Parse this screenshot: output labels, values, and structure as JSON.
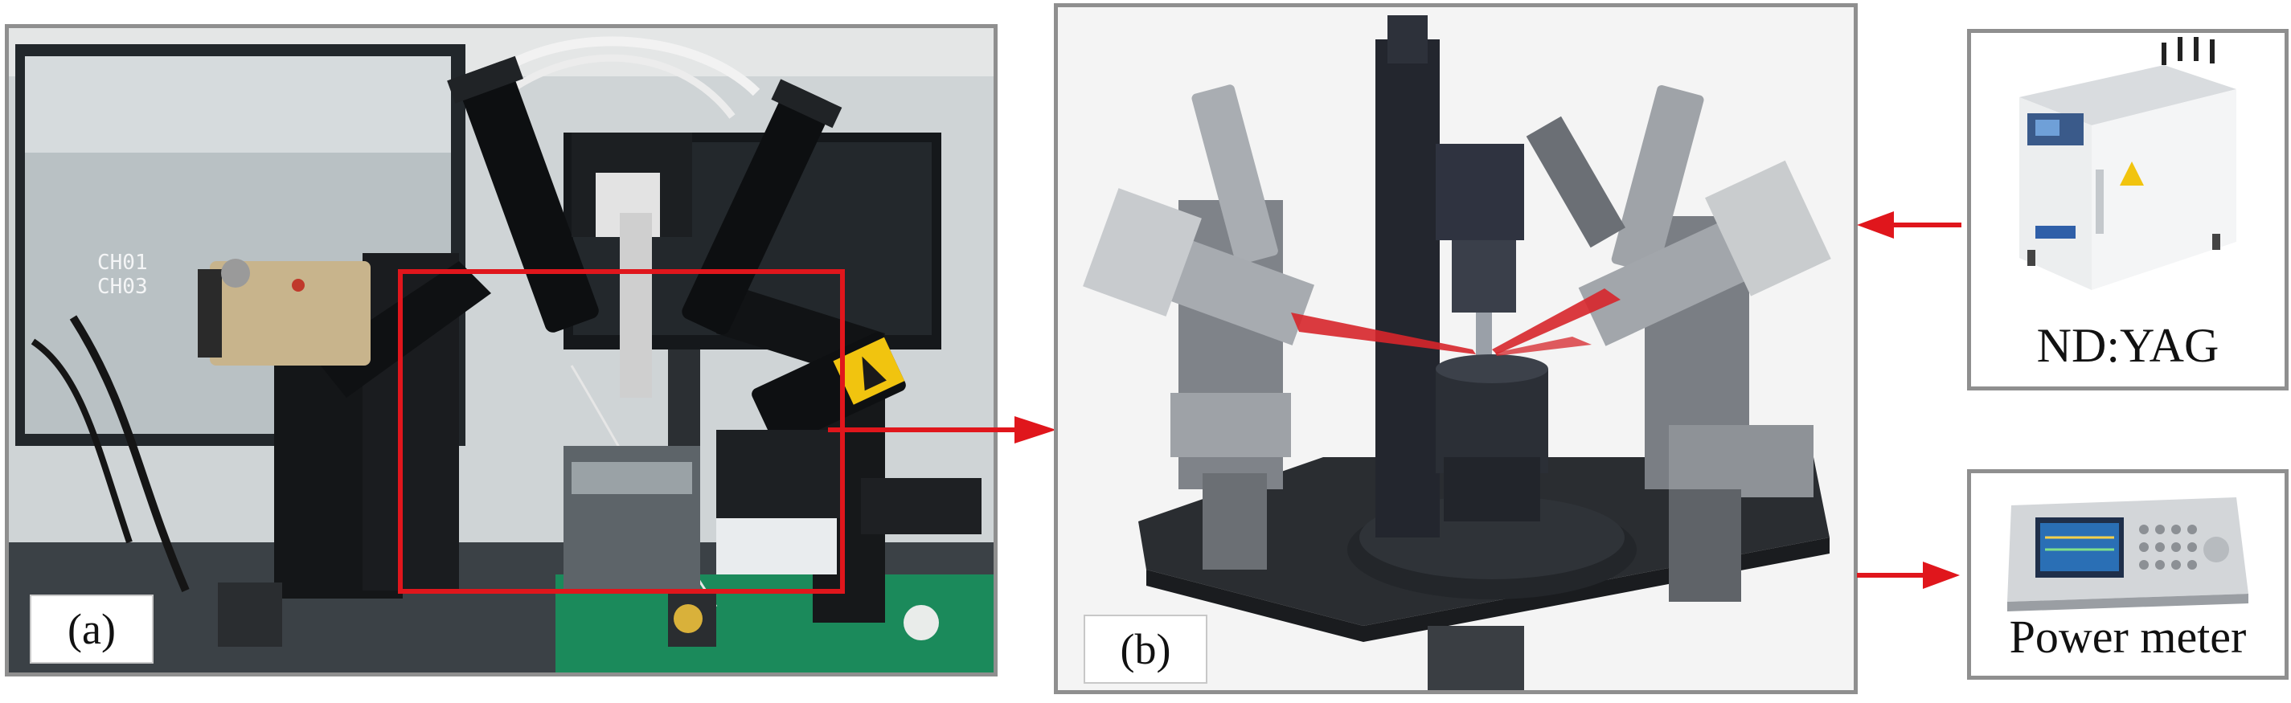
{
  "panels": {
    "a": {
      "label": "(a)"
    },
    "b": {
      "label": "(b)"
    },
    "laser": {
      "caption": "ND:YAG"
    },
    "meter": {
      "caption": "Power meter"
    }
  },
  "colors": {
    "arrow": "#e0161c",
    "panel_border": "#8f8f8f",
    "highlight_box": "#e0161c",
    "beam": "#d7262b"
  }
}
